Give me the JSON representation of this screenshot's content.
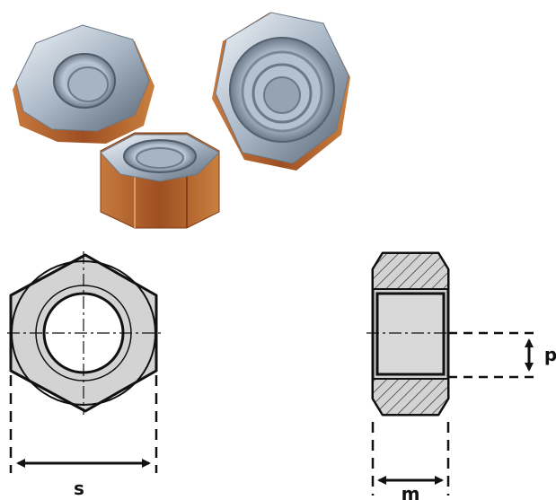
{
  "photo": {
    "subject": "hex-nuts-photo",
    "metal_light": "#e4ebf2",
    "metal_mid": "#9fb0c2",
    "metal_dark": "#5d6b7a",
    "rust": "#b8642e"
  },
  "front_view": {
    "fill": "#d3d3d3",
    "dimension_label": "s"
  },
  "side_view": {
    "fill": "#d3d3d3",
    "dimension_m_label": "m",
    "dimension_p_label": "p"
  }
}
